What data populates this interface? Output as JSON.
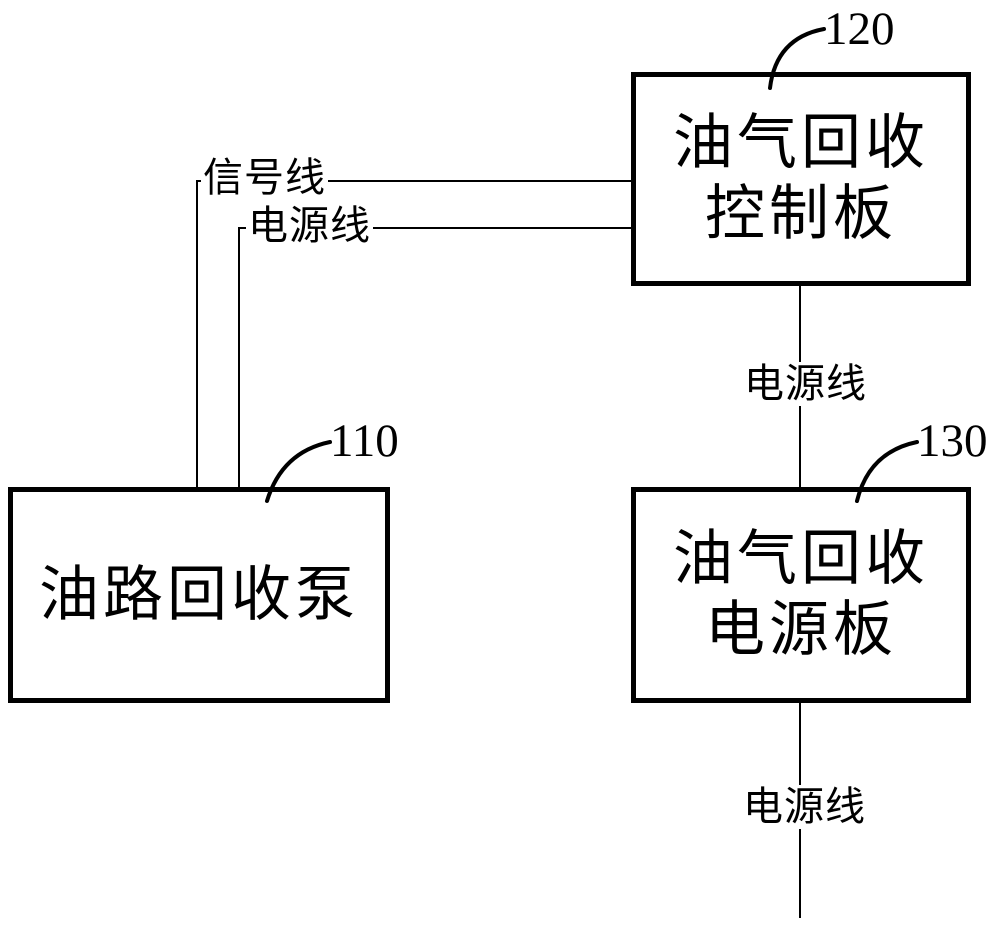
{
  "diagram": {
    "type": "patent-block-diagram",
    "background_color": "#ffffff",
    "line_color": "#000000",
    "boxes": {
      "control_board": {
        "ref": "120",
        "label": "油气回收\n控制板"
      },
      "pump": {
        "ref": "110",
        "label": "油路回收泵"
      },
      "power_board": {
        "ref": "130",
        "label": "油气回收\n电源板"
      }
    },
    "connection_labels": {
      "signal": "信号线",
      "power_left": "电源线",
      "power_middle": "电源线",
      "power_bottom": "电源线"
    }
  }
}
